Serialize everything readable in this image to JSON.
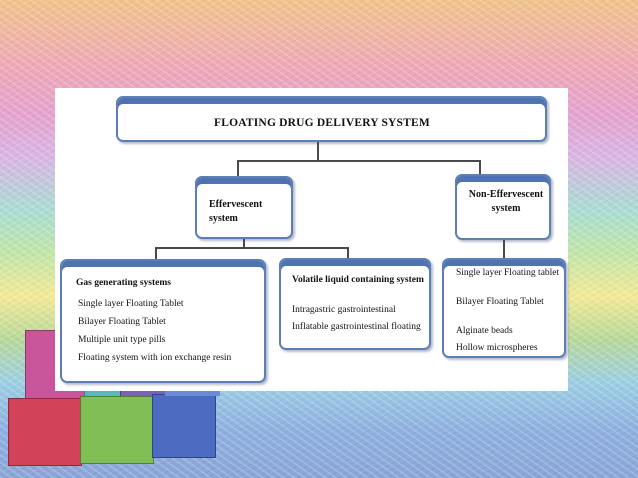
{
  "diagram": {
    "title": "FLOATING DRUG DELIVERY SYSTEM",
    "effervescent": {
      "label": "Effervescent system",
      "gas_generating": {
        "heading": "Gas generating systems",
        "items": [
          "Single layer Floating Tablet",
          "Bilayer Floating Tablet",
          "Multiple unit type pills",
          "Floating system with ion exchange resin"
        ]
      },
      "volatile_liquid": {
        "heading": "Volatile liquid containing system",
        "items": [
          "Intragastric gastrointestinal",
          "Inflatable gastrointestinal floating"
        ]
      }
    },
    "non_effervescent": {
      "label": "Non-Effervescent system",
      "items": [
        "Single layer Floating tablet",
        "Bilayer Floating Tablet",
        "Alginate beads",
        "Hollow microspheres"
      ]
    }
  },
  "colors": {
    "box_border": "#5d7fb6",
    "box_header": "#4f72b0",
    "connector": "#4a4a4a"
  }
}
